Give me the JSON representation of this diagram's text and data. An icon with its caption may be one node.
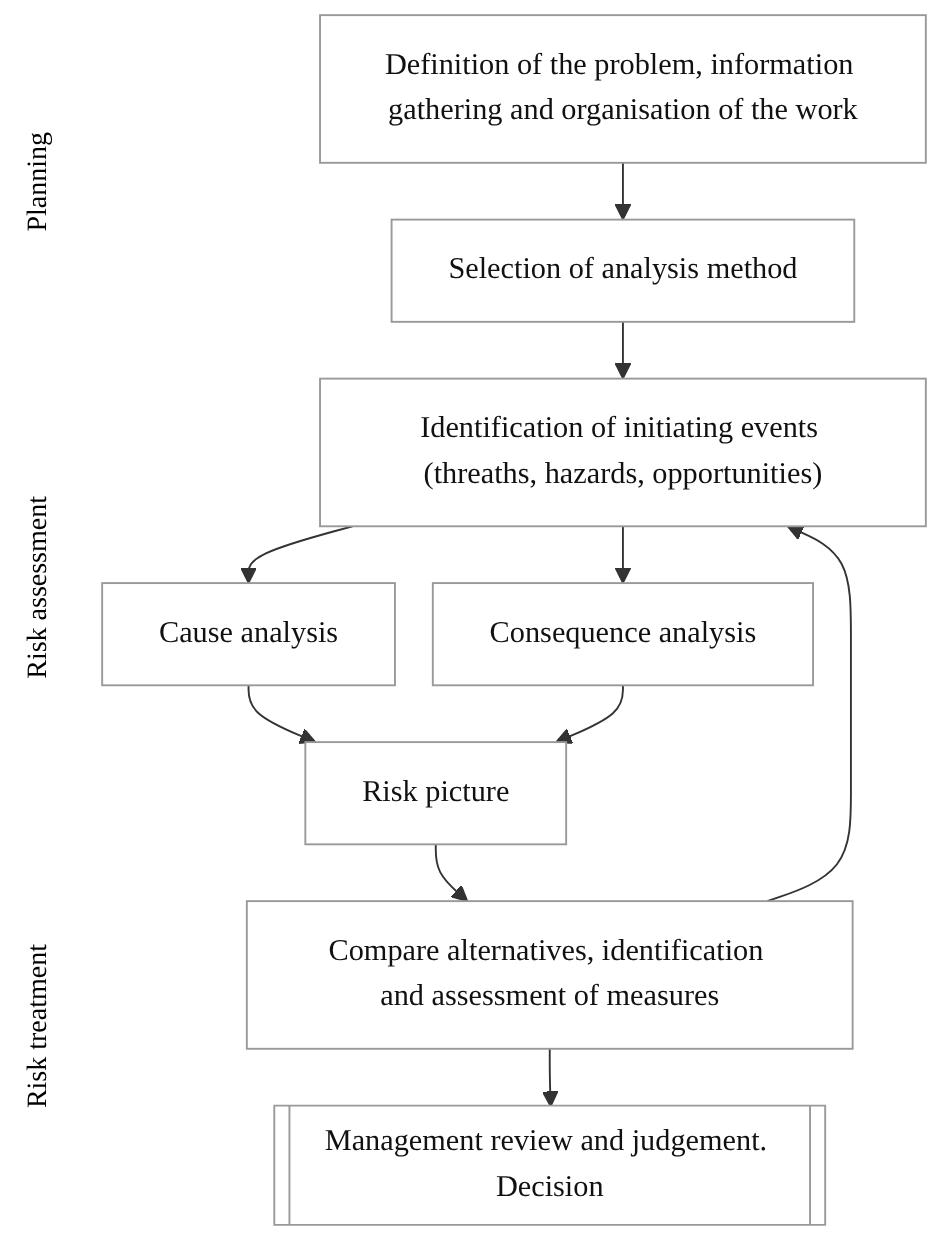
{
  "diagram": {
    "nodes": [
      {
        "text": [
          "Definition of the problem, information gathering and organisation of the work"
        ]
      },
      {
        "text": [
          "Selection of analysis method"
        ]
      },
      {
        "text": [
          "Identification of initiating events (threaths, hazards, opportunities)"
        ]
      },
      {
        "text": [
          "Cause analysis"
        ]
      },
      {
        "text": [
          "Consequence analysis"
        ]
      },
      {
        "text": [
          "Risk picture"
        ]
      },
      {
        "text": [
          "Compare alternatives, identification and assessment of measures"
        ]
      },
      {
        "text": [
          "Management review and judgement. Decision"
        ]
      }
    ],
    "edges": [
      {
        "from": 0,
        "to": 1,
        "arrow": "to"
      },
      {
        "from": 1,
        "to": 2,
        "arrow": "to"
      },
      {
        "from": 2,
        "to": 3,
        "arrow": "to"
      },
      {
        "from": 2,
        "to": 4,
        "arrow": "to"
      },
      {
        "from": 3,
        "to": 5,
        "arrow": "to"
      },
      {
        "from": 4,
        "to": 5,
        "arrow": "to"
      },
      {
        "from": 5,
        "to": 6,
        "arrow": "to"
      },
      {
        "from": 6,
        "to": 7,
        "arrow": "to"
      },
      {
        "from": 6,
        "to": 2,
        "arrow": "to"
      }
    ],
    "labels": [
      "Planning",
      "Risk assessment",
      "Risk treatment"
    ]
  }
}
